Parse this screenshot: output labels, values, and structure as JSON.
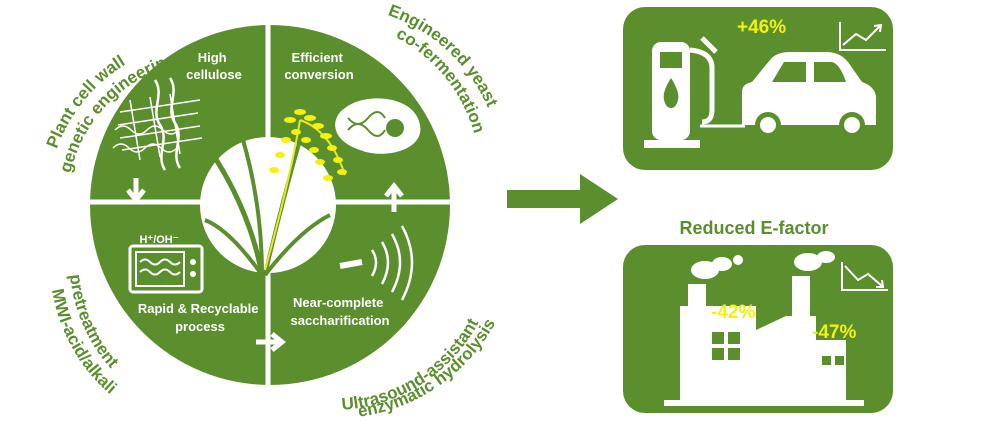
{
  "colors": {
    "green": "#5b8f2e",
    "highlight": "#f2f20a",
    "white": "#ffffff"
  },
  "wheel": {
    "outer_labels": {
      "top_left": [
        "Plant cell wall",
        "genetic engineering"
      ],
      "top_right": [
        "Engineered yeast",
        "co-fermentation"
      ],
      "bottom_left": [
        "MWI-acid/alkali",
        "pretreatment"
      ],
      "bottom_right": [
        "Ultrasound-assistant",
        "enzymatic  hydrolysis"
      ]
    },
    "quadrants": {
      "high_cellulose": [
        "High",
        "cellulose"
      ],
      "efficient_conversion": [
        "Efficient",
        "conversion"
      ],
      "rapid_recyclable": [
        "Rapid & Recyclable",
        "process"
      ],
      "near_complete": [
        "Near-complete",
        "saccharification"
      ],
      "microwave_caption": "H⁺/OH⁻"
    }
  },
  "panels": {
    "fuel": {
      "value": "+46%",
      "trend_icon": "trend-up-icon"
    },
    "efactor": {
      "title": "Reduced E-factor",
      "value_left": "-42%",
      "value_right": "-47%",
      "trend_icon": "trend-down-icon"
    }
  }
}
